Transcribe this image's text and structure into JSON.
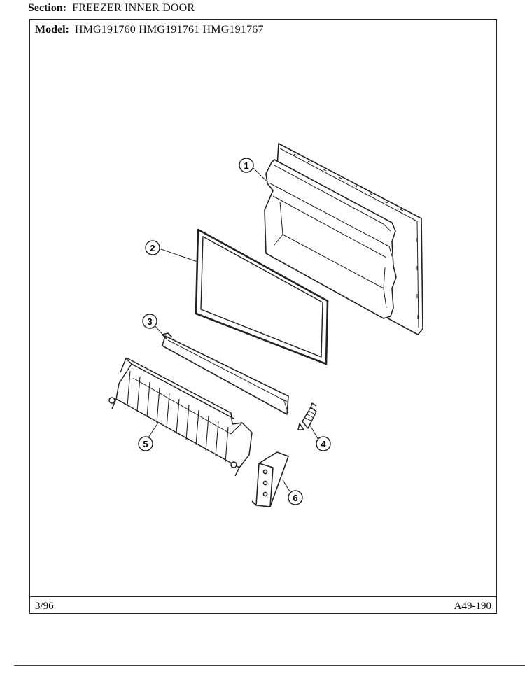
{
  "header": {
    "section_label": "Section:",
    "section_value": "FREEZER INNER DOOR",
    "model_label": "Model:",
    "model_value": "HMG191760  HMG191761  HMG191767"
  },
  "callouts": [
    "1",
    "2",
    "3",
    "4",
    "5",
    "6"
  ],
  "footer": {
    "date": "3/96",
    "code": "A49-190"
  }
}
